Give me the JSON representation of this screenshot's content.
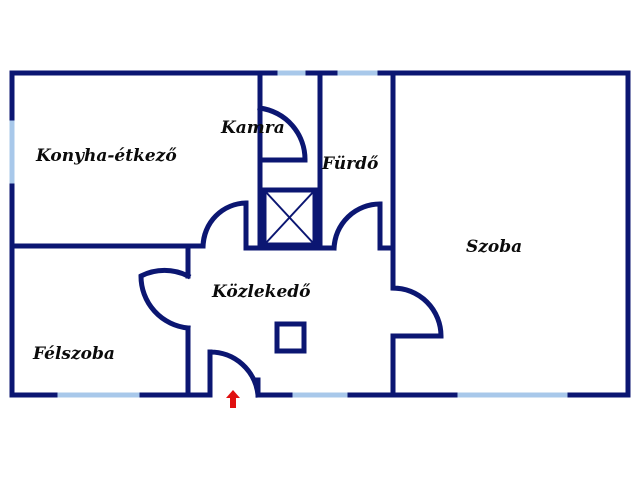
{
  "rooms": {
    "konyha": "Konyha-étkező",
    "kamra": "Kamra",
    "furdo": "Fürdő",
    "szoba": "Szoba",
    "kozlekedo": "Közlekedő",
    "felszoba": "Félszoba"
  },
  "colors": {
    "wall": "#0b1672",
    "window": "#a8c8ea",
    "entrance_arrow": "#e01010"
  },
  "icons": {
    "entrance": "up-arrow-icon",
    "chimney": "square-chimney-icon",
    "shaft": "crossed-box-icon"
  }
}
